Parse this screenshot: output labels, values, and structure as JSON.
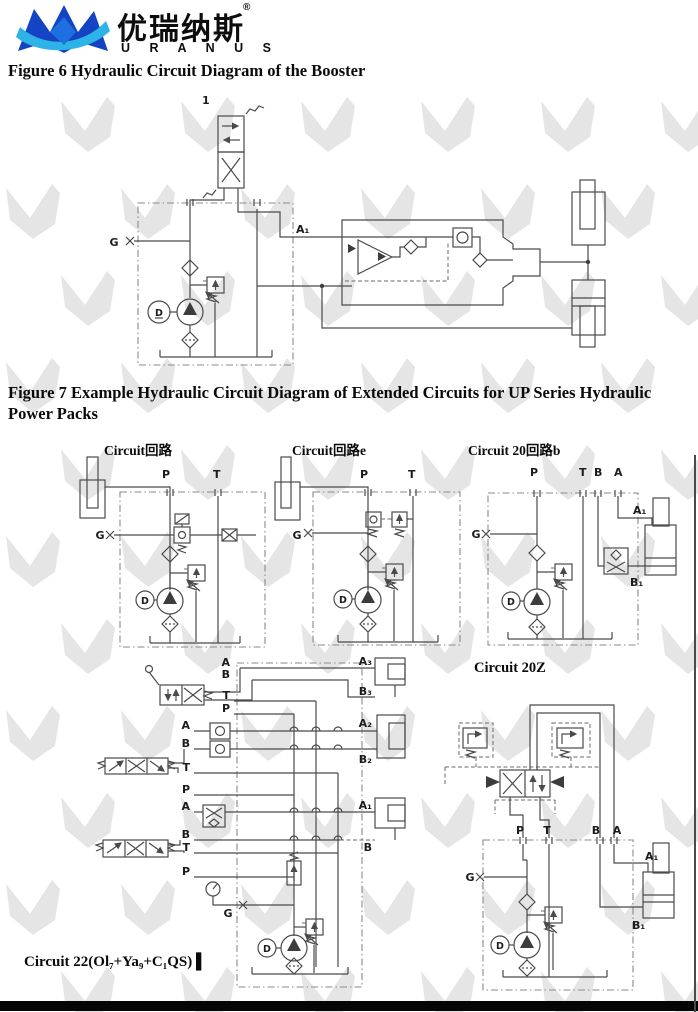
{
  "brand": {
    "logo_cn": "优瑞纳斯",
    "logo_en": "U R A N U S",
    "registered": "®",
    "blue_dark": "#1443c4",
    "blue_light": "#2eb3e8"
  },
  "captions": {
    "fig6": "Figure 6 Hydraulic Circuit Diagram of the Booster",
    "fig7": "Figure 7 Example Hydraulic Circuit Diagram of Extended Circuits for UP Series Hydraulic Power Packs",
    "circuit1": "Circuit回路",
    "circuit2": "Circuit回路e",
    "circuit3": "Circuit 20回路b",
    "circuit20z": "Circuit 20Z",
    "circuit22": "Circuit 22(Ol₇+Ya₉+C₁QS)",
    "circuit22_mark": "▌"
  },
  "ports": {
    "p": "P",
    "t": "T",
    "a": "A",
    "b": "B",
    "g": "G",
    "d": "D",
    "one": "1",
    "a1": "A₁",
    "b1": "B₁",
    "a2": "A₂",
    "b2": "B₂",
    "a3": "A₃",
    "b3": "B₃"
  }
}
